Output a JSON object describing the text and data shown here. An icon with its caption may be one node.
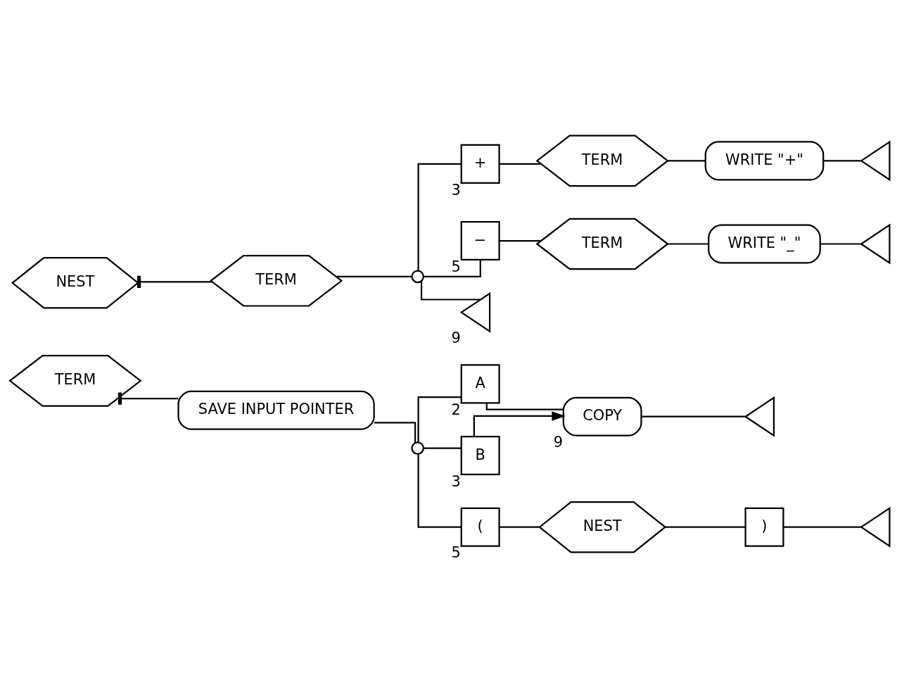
{
  "diagram": {
    "nodes": [
      {
        "text": [
          "NEST"
        ]
      },
      {
        "text": [
          "TERM"
        ]
      },
      {
        "text": [],
        "shape": "circle"
      },
      {
        "text": [
          "+"
        ],
        "beside": [
          "3"
        ]
      },
      {
        "text": [
          "TERM"
        ]
      },
      {
        "text": [
          "WRITE \"+\""
        ]
      },
      {
        "text": [],
        "shape": "triangle"
      },
      {
        "text": [
          "−"
        ],
        "beside": [
          "5"
        ]
      },
      {
        "text": [
          "TERM"
        ]
      },
      {
        "text": [
          "WRITE \"_\""
        ]
      },
      {
        "text": [],
        "shape": "triangle"
      },
      {
        "text": [],
        "shape": "triangle",
        "beside": [
          "9"
        ]
      },
      {
        "text": [
          "TERM"
        ]
      },
      {
        "text": [
          "SAVE INPUT POINTER"
        ]
      },
      {
        "text": [],
        "shape": "circle"
      },
      {
        "text": [
          "A"
        ],
        "beside": [
          "2"
        ]
      },
      {
        "text": [
          "B"
        ],
        "beside": [
          "3"
        ]
      },
      {
        "text": [
          "COPY"
        ],
        "beside": [
          "9"
        ]
      },
      {
        "text": [],
        "shape": "triangle"
      },
      {
        "text": [
          "("
        ],
        "beside": [
          "5"
        ]
      },
      {
        "text": [
          "NEST"
        ]
      },
      {
        "text": [
          ")"
        ]
      },
      {
        "text": [],
        "shape": "triangle"
      }
    ],
    "edges": [
      {
        "from": 0,
        "to": 1,
        "arrow": "other"
      },
      {
        "from": 1,
        "to": 2,
        "arrow": "none"
      },
      {
        "from": 2,
        "to": 3,
        "arrow": "none"
      },
      {
        "from": 3,
        "to": 4,
        "arrow": "none"
      },
      {
        "from": 4,
        "to": 5,
        "arrow": "none"
      },
      {
        "from": 5,
        "to": 6,
        "arrow": "none"
      },
      {
        "from": 2,
        "to": 7,
        "arrow": "none"
      },
      {
        "from": 7,
        "to": 8,
        "arrow": "none"
      },
      {
        "from": 8,
        "to": 9,
        "arrow": "none"
      },
      {
        "from": 9,
        "to": 10,
        "arrow": "none"
      },
      {
        "from": 2,
        "to": 11,
        "arrow": "none"
      },
      {
        "from": 12,
        "to": 13,
        "arrow": "other"
      },
      {
        "from": 13,
        "to": 14,
        "arrow": "none"
      },
      {
        "from": 14,
        "to": 15,
        "arrow": "none"
      },
      {
        "from": 15,
        "to": 17,
        "arrow": "none"
      },
      {
        "from": 14,
        "to": 16,
        "arrow": "none"
      },
      {
        "from": 16,
        "to": 17,
        "arrow": "to"
      },
      {
        "from": 17,
        "to": 18,
        "arrow": "none"
      },
      {
        "from": 14,
        "to": 19,
        "arrow": "none"
      },
      {
        "from": 19,
        "to": 20,
        "arrow": "none"
      },
      {
        "from": 20,
        "to": 21,
        "arrow": "none"
      },
      {
        "from": 21,
        "to": 22,
        "arrow": "none"
      }
    ]
  }
}
